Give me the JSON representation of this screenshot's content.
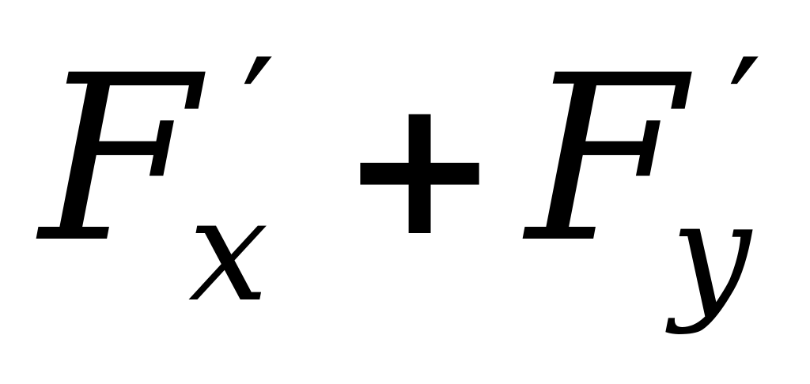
{
  "expression": {
    "term1": {
      "base": "F",
      "subscript": "x",
      "prime": "′"
    },
    "operator": "+",
    "term2": {
      "base": "F",
      "subscript": "y",
      "prime": "′"
    }
  }
}
